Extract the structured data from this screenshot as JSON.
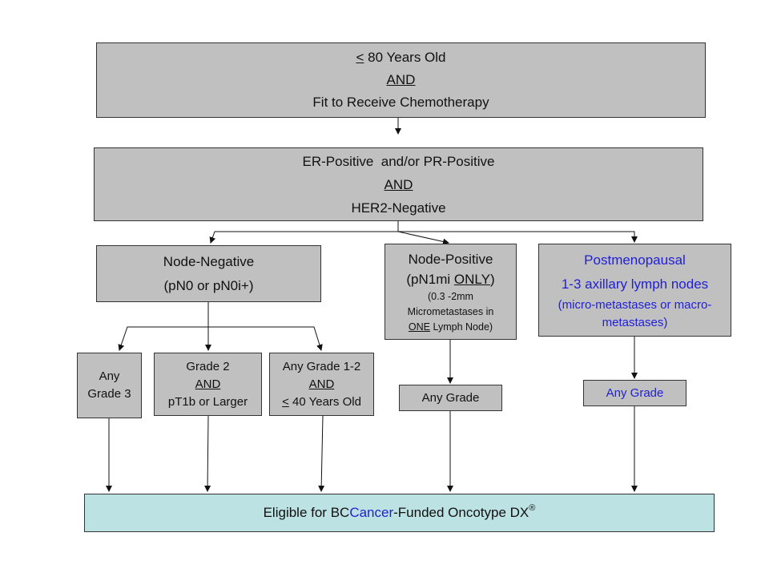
{
  "box_age": {
    "line1_sym": "<",
    "line1_rest": " 80 Years Old",
    "line2": "AND",
    "line3": "Fit to Receive Chemotherapy"
  },
  "box_receptor": {
    "line1": "ER-Positive  and/or PR-Positive",
    "line2": "AND",
    "line3": "HER2-Negative"
  },
  "box_node_negative": {
    "line1": "Node-Negative",
    "line2": "(pN0 or pN0i+)"
  },
  "box_node_positive": {
    "line1": "Node-Positive",
    "line2_a": "(pN1mi ",
    "line2_b": "ONLY",
    "line2_c": ")",
    "line3": "(0.3 -2mm",
    "line4": "Micrometastases in",
    "line5_a": "ONE",
    "line5_b": " Lymph Node)"
  },
  "box_postmenopausal": {
    "line1": "Postmenopausal",
    "line2": "1-3 axillary lymph nodes",
    "line3": "(micro-metastases or macro-",
    "line4": "metastases)"
  },
  "box_grade3": {
    "line1": "Any",
    "line2": "Grade 3"
  },
  "box_grade2": {
    "line1": "Grade 2",
    "line2": "AND",
    "line3": "pT1b or Larger"
  },
  "box_grade12": {
    "line1": "Any Grade 1-2",
    "line2": "AND",
    "line3_sym": "<",
    "line3_rest": " 40 Years Old"
  },
  "box_anygrade_pos": {
    "label": "Any Grade"
  },
  "box_anygrade_post": {
    "label": "Any Grade"
  },
  "box_eligible": {
    "text_a": "Eligible for BC ",
    "text_b": "Cancer",
    "text_c": "-Funded Oncotype DX",
    "sup": "®"
  },
  "colors": {
    "box_fill": "#c0c0c0",
    "eligible_fill": "#bde2e3",
    "blue_text": "#1f1fd6",
    "line": "#111111"
  }
}
